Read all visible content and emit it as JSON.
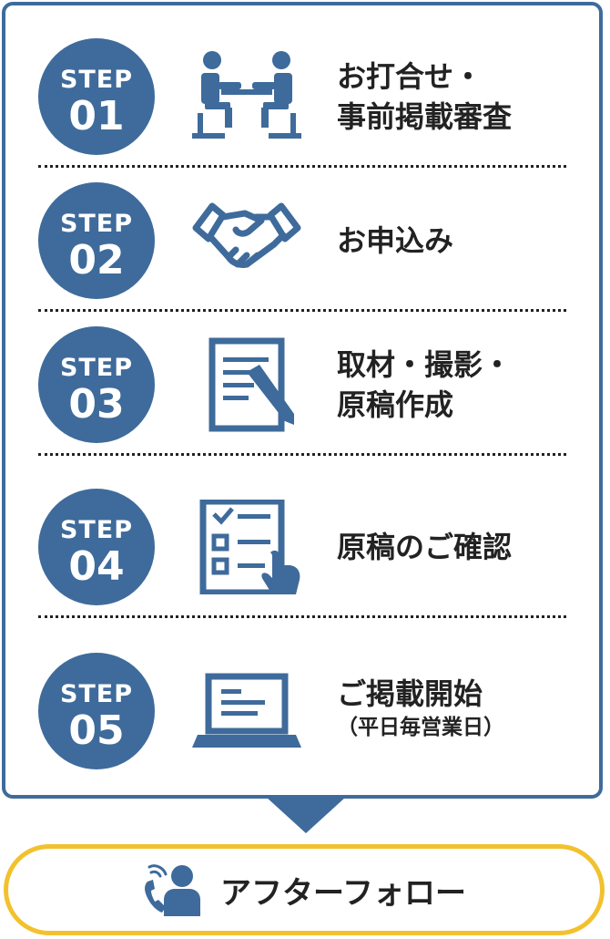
{
  "colors": {
    "primary": "#3e6b9b",
    "accent": "#f2c12e",
    "text": "#222222"
  },
  "steps": [
    {
      "label": "STEP",
      "number": "01",
      "icon": "meeting-icon",
      "lines": [
        "お打合せ・",
        "事前掲載審査"
      ]
    },
    {
      "label": "STEP",
      "number": "02",
      "icon": "handshake-icon",
      "lines": [
        "お申込み"
      ]
    },
    {
      "label": "STEP",
      "number": "03",
      "icon": "document-pen-icon",
      "lines": [
        "取材・撮影・",
        "原稿作成"
      ]
    },
    {
      "label": "STEP",
      "number": "04",
      "icon": "checklist-icon",
      "lines": [
        "原稿のご確認"
      ]
    },
    {
      "label": "STEP",
      "number": "05",
      "icon": "laptop-icon",
      "lines": [
        "ご掲載開始"
      ],
      "sub": "（平日毎営業日）"
    }
  ],
  "after": {
    "label": "アフターフォロー",
    "icon": "phone-support-icon"
  }
}
